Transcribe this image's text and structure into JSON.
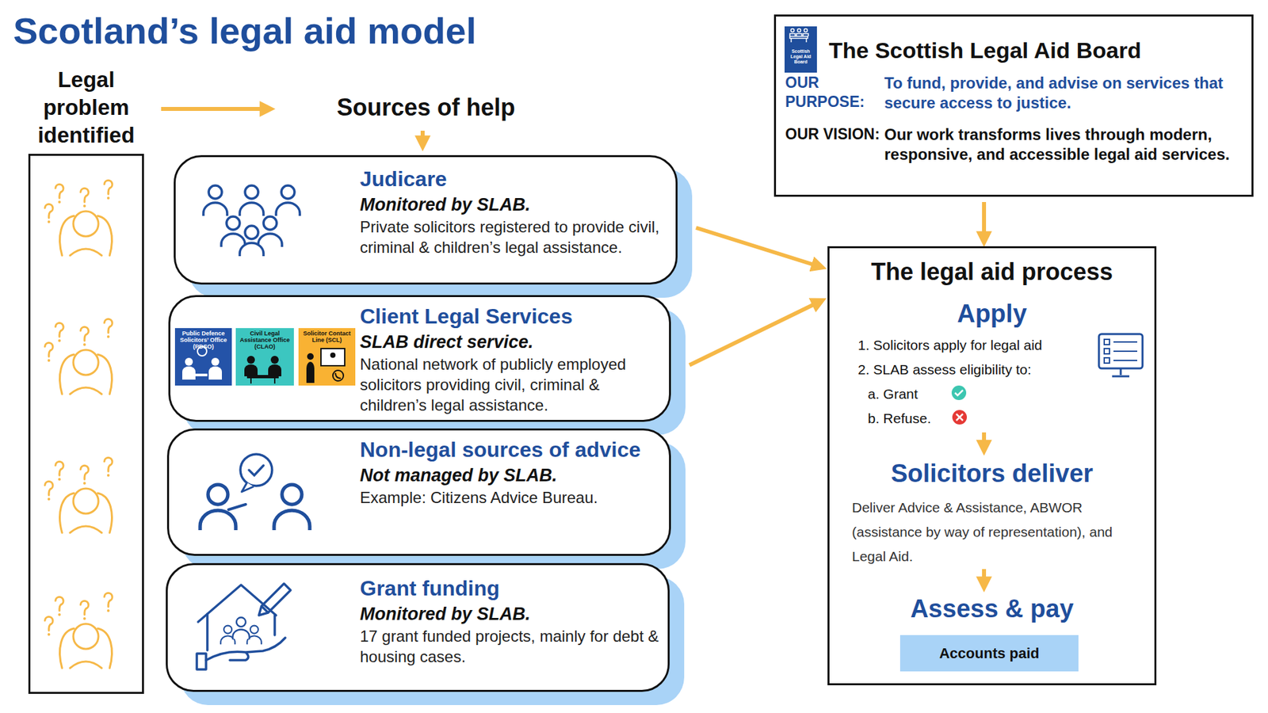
{
  "diagram": {
    "title": "Scotland’s legal aid model",
    "nodes": [
      {
        "text": [
          "Legal problem identified"
        ]
      },
      {
        "text": [
          "Judicare",
          "Monitored by SLAB.",
          "Private solicitors registered to provide civil, criminal & children’s legal assistance."
        ]
      },
      {
        "text": [
          "Client Legal Services",
          "SLAB direct service.",
          "National network of publicly employed solicitors providing civil, criminal & children’s legal assistance."
        ]
      },
      {
        "text": [
          "Public Defence Solicitors’ Office (PDSO)"
        ],
        "in": 2
      },
      {
        "text": [
          "Civil Legal Assistance Office (CLAO)"
        ],
        "in": 2
      },
      {
        "text": [
          "Solicitor Contact Line (SCL)"
        ],
        "in": 2
      },
      {
        "text": [
          "Non-legal sources of advice",
          "Not managed by SLAB.",
          "Example: Citizens Advice Bureau."
        ]
      },
      {
        "text": [
          "Grant funding",
          "Monitored by SLAB.",
          "17 grant funded projects, mainly for debt & housing cases."
        ]
      },
      {
        "text": [
          "The Scottish Legal Aid Board",
          "OUR PURPOSE:",
          "To fund, provide, and advise on services that secure access to justice.",
          "OUR VISION:",
          "Our work transforms lives through modern, responsive, and accessible legal aid services."
        ]
      },
      {
        "text": [
          "Scottish Legal Aid Board"
        ],
        "in": 8
      },
      {
        "text": [
          "The legal aid process",
          "Apply",
          "1. Solicitors apply for legal aid",
          "2. SLAB assess eligibility to:",
          "a. Grant",
          "b. Refuse.",
          "Solicitors deliver",
          "Deliver Advice & Assistance, ABWOR (assistance by way of representation), and Legal Aid.",
          "Assess & pay"
        ]
      },
      {
        "text": [
          "Accounts paid"
        ],
        "in": 10
      }
    ],
    "edges": [
      {
        "from": 8,
        "to": 10,
        "arrow": "to"
      },
      {
        "from": 1,
        "to": 10,
        "arrow": "to"
      },
      {
        "from": 2,
        "to": 10,
        "arrow": "to"
      }
    ],
    "labels": [
      "Sources of help"
    ]
  }
}
